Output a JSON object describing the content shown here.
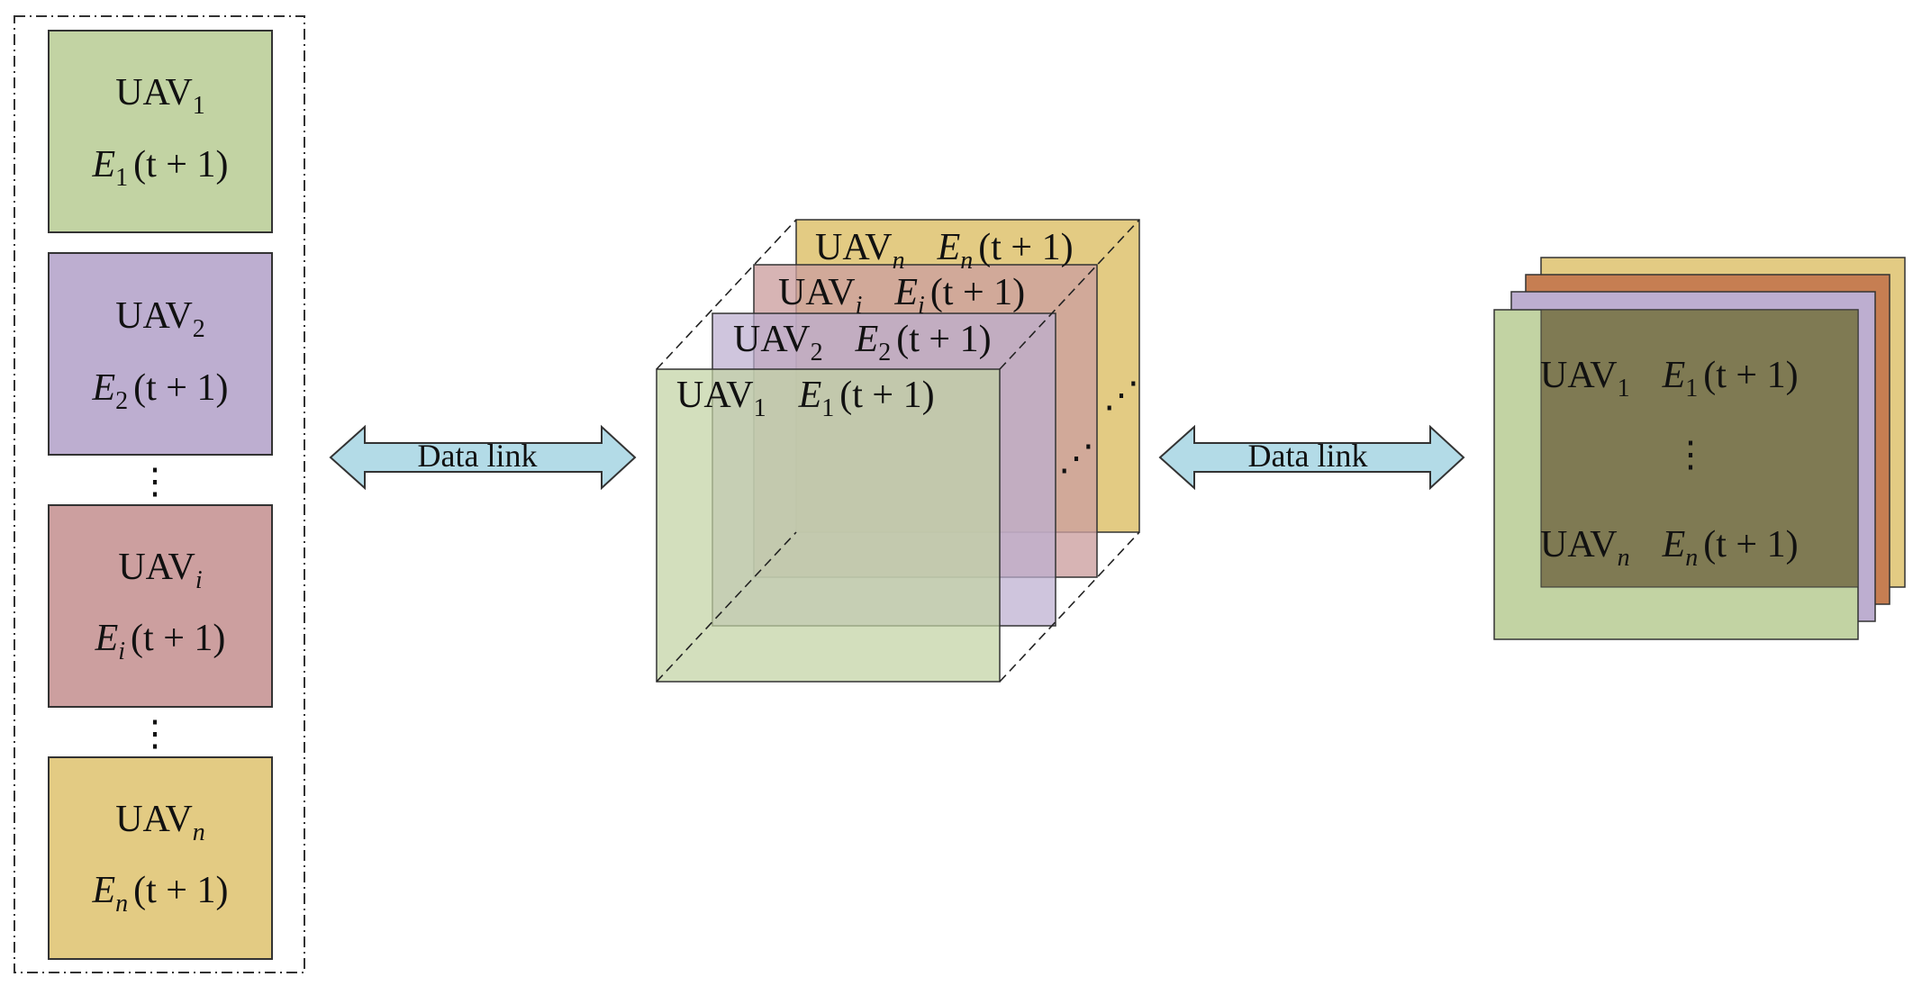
{
  "colors": {
    "green": "#c2d3a3",
    "purple": "#bdaed0",
    "red": "#cc9f9f",
    "yellow": "#e3cb83",
    "orange": "#c67e52",
    "olive": "#7f7a53",
    "arrow_fill": "#b3dbe7",
    "stroke": "#333333"
  },
  "left_panel": {
    "cards": [
      {
        "id": "uav1",
        "base": "UAV",
        "sub": "1",
        "energy_base": "E",
        "energy_sub": "1",
        "energy_tail": "(t + 1)"
      },
      {
        "id": "uav2",
        "base": "UAV",
        "sub": "2",
        "energy_base": "E",
        "energy_sub": "2",
        "energy_tail": "(t + 1)"
      },
      {
        "id": "uavi",
        "base": "UAV",
        "sub": "i",
        "energy_base": "E",
        "energy_sub": "i",
        "energy_tail": "(t + 1)"
      },
      {
        "id": "uavn",
        "base": "UAV",
        "sub": "n",
        "energy_base": "E",
        "energy_sub": "n",
        "energy_tail": "(t + 1)"
      }
    ],
    "ellipsis": "⋮"
  },
  "links": {
    "left_label": "Data link",
    "right_label": "Data link"
  },
  "stack": {
    "layers": [
      {
        "id": "uavn",
        "base": "UAV",
        "sub": "n",
        "energy_base": "E",
        "energy_sub": "n",
        "energy_tail": "(t + 1)"
      },
      {
        "id": "uavi",
        "base": "UAV",
        "sub": "i",
        "energy_base": "E",
        "energy_sub": "i",
        "energy_tail": "(t + 1)"
      },
      {
        "id": "uav2",
        "base": "UAV",
        "sub": "2",
        "energy_base": "E",
        "energy_sub": "2",
        "energy_tail": "(t + 1)"
      },
      {
        "id": "uav1",
        "base": "UAV",
        "sub": "1",
        "energy_base": "E",
        "energy_sub": "1",
        "energy_tail": "(t + 1)"
      }
    ],
    "diagonal_ellipsis": "⋰"
  },
  "fused": {
    "rows": [
      {
        "base": "UAV",
        "sub": "1",
        "energy_base": "E",
        "energy_sub": "1",
        "energy_tail": "(t + 1)"
      },
      {
        "base": "UAV",
        "sub": "n",
        "energy_base": "E",
        "energy_sub": "n",
        "energy_tail": "(t + 1)"
      }
    ],
    "ellipsis": "⋮"
  }
}
